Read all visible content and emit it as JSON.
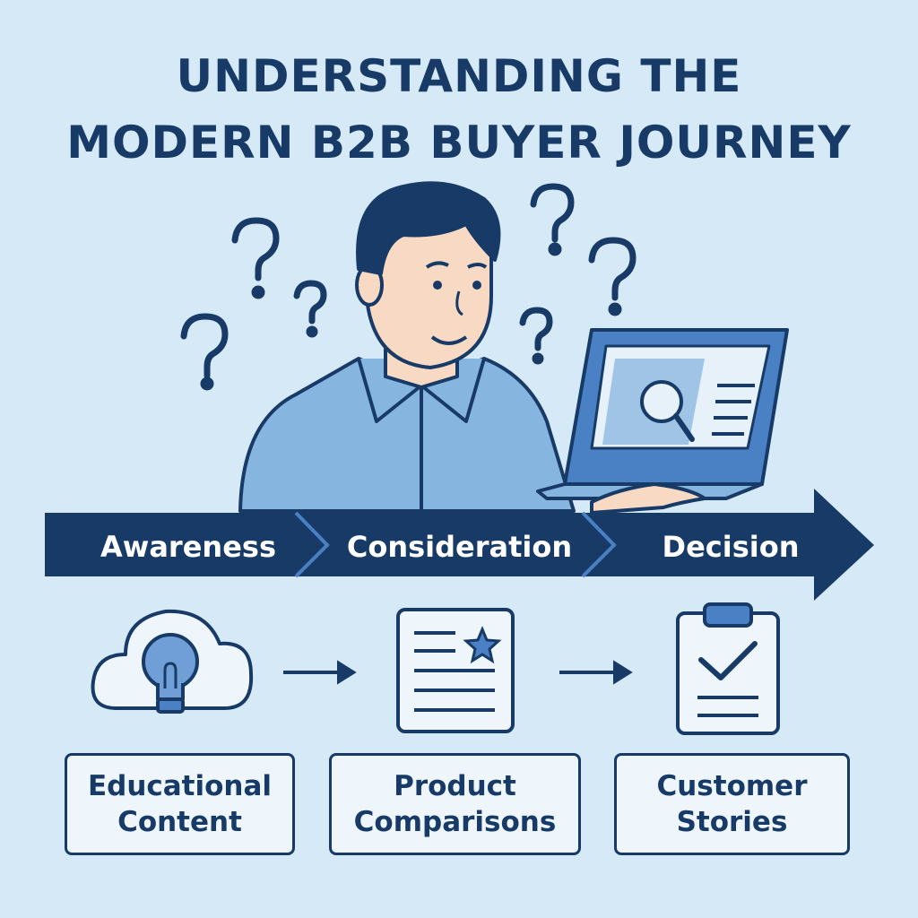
{
  "title": {
    "line1": "UNDERSTANDING THE",
    "line2": "MODERN B2B BUYER JOURNEY"
  },
  "stages": [
    {
      "label": "Awareness"
    },
    {
      "label": "Consideration"
    },
    {
      "label": "Decision"
    }
  ],
  "content_types": [
    {
      "label": "Educational\nContent",
      "icon": "lightbulb-cloud-icon"
    },
    {
      "label": "Product\nComparisons",
      "icon": "document-star-icon"
    },
    {
      "label": "Customer\nStories",
      "icon": "clipboard-check-icon"
    }
  ],
  "colors": {
    "background": "#d6e9f6",
    "navy": "#173a66",
    "shirt": "#86b6e0",
    "skin": "#f7d9c4",
    "accent": "#4a80c4"
  }
}
